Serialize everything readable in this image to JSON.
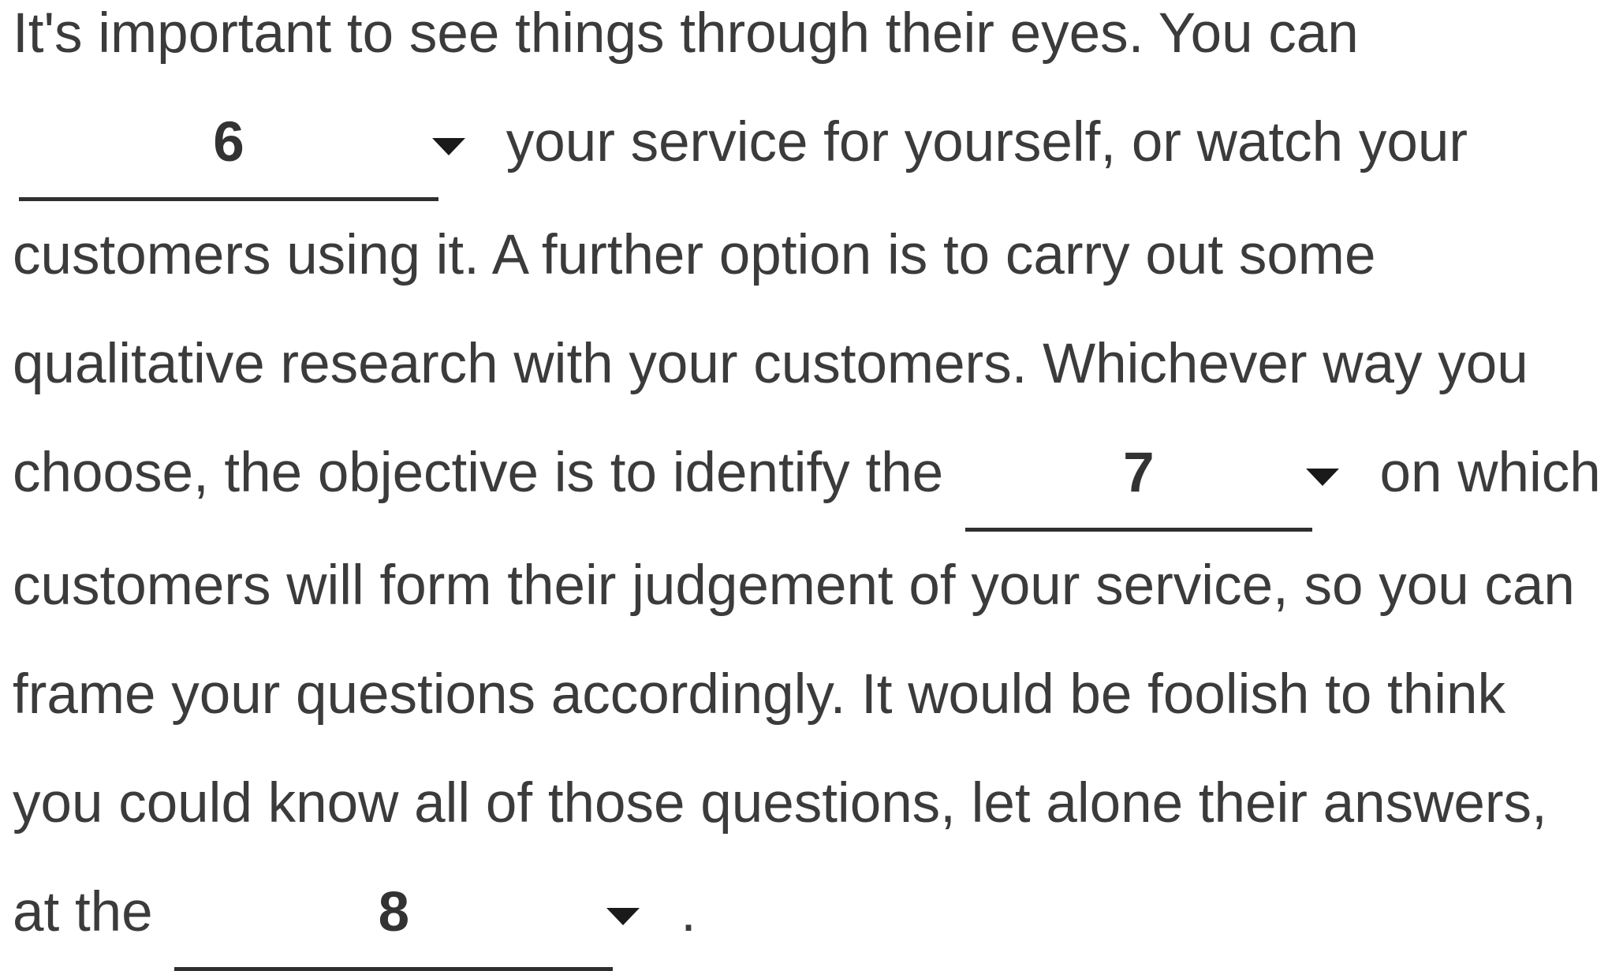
{
  "colors": {
    "background": "#ffffff",
    "text": "#3b3b3b",
    "blank_number": "#333333",
    "blank_underline": "#2f2f2f",
    "caret": "#1a1a1a"
  },
  "passage": {
    "segments": [
      {
        "type": "text",
        "text": "It's important to see things through their eyes. You can "
      },
      {
        "type": "blank",
        "number": "6"
      },
      {
        "type": "text",
        "text": " your service for yourself, or watch your customers using it. A further option is to carry out some qualitative research with your customers. Whichever way you choose, the objective is to identify the "
      },
      {
        "type": "blank",
        "number": "7"
      },
      {
        "type": "text",
        "text": " on which customers will form their judgement of your service, so you can frame your questions accordingly. It would be foolish to think you could know all of those questions, let alone their answers, at the "
      },
      {
        "type": "blank",
        "number": "8"
      },
      {
        "type": "text",
        "text": " ."
      }
    ]
  }
}
